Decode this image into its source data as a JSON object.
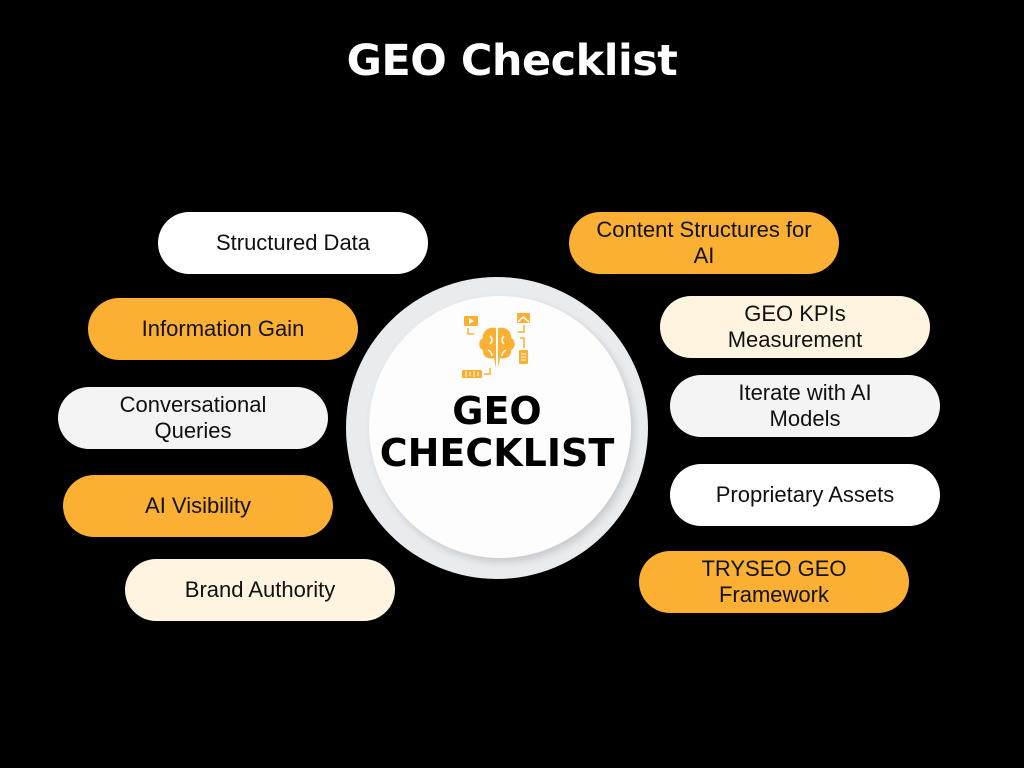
{
  "title": "GEO Checklist",
  "center": {
    "line1": "GEO",
    "line2": "CHECKLIST",
    "icon": "brain-ai-icon"
  },
  "colors": {
    "background": "#000000",
    "orange": "#FBB034",
    "cream": "#FFF4E0",
    "grey": "#F4F4F4",
    "white": "#FFFFFF"
  },
  "left_items": [
    {
      "label": "Structured Data",
      "color": "white"
    },
    {
      "label": "Information Gain",
      "color": "orange"
    },
    {
      "label": "Conversational Queries",
      "color": "grey"
    },
    {
      "label": "AI Visibility",
      "color": "orange"
    },
    {
      "label": "Brand Authority",
      "color": "cream"
    }
  ],
  "right_items": [
    {
      "label": "Content Structures for AI",
      "color": "orange"
    },
    {
      "label": "GEO KPIs Measurement",
      "color": "cream"
    },
    {
      "label": "Iterate with AI Models",
      "color": "grey"
    },
    {
      "label": "Proprietary Assets",
      "color": "white"
    },
    {
      "label": "TRYSEO GEO Framework",
      "color": "orange"
    }
  ]
}
